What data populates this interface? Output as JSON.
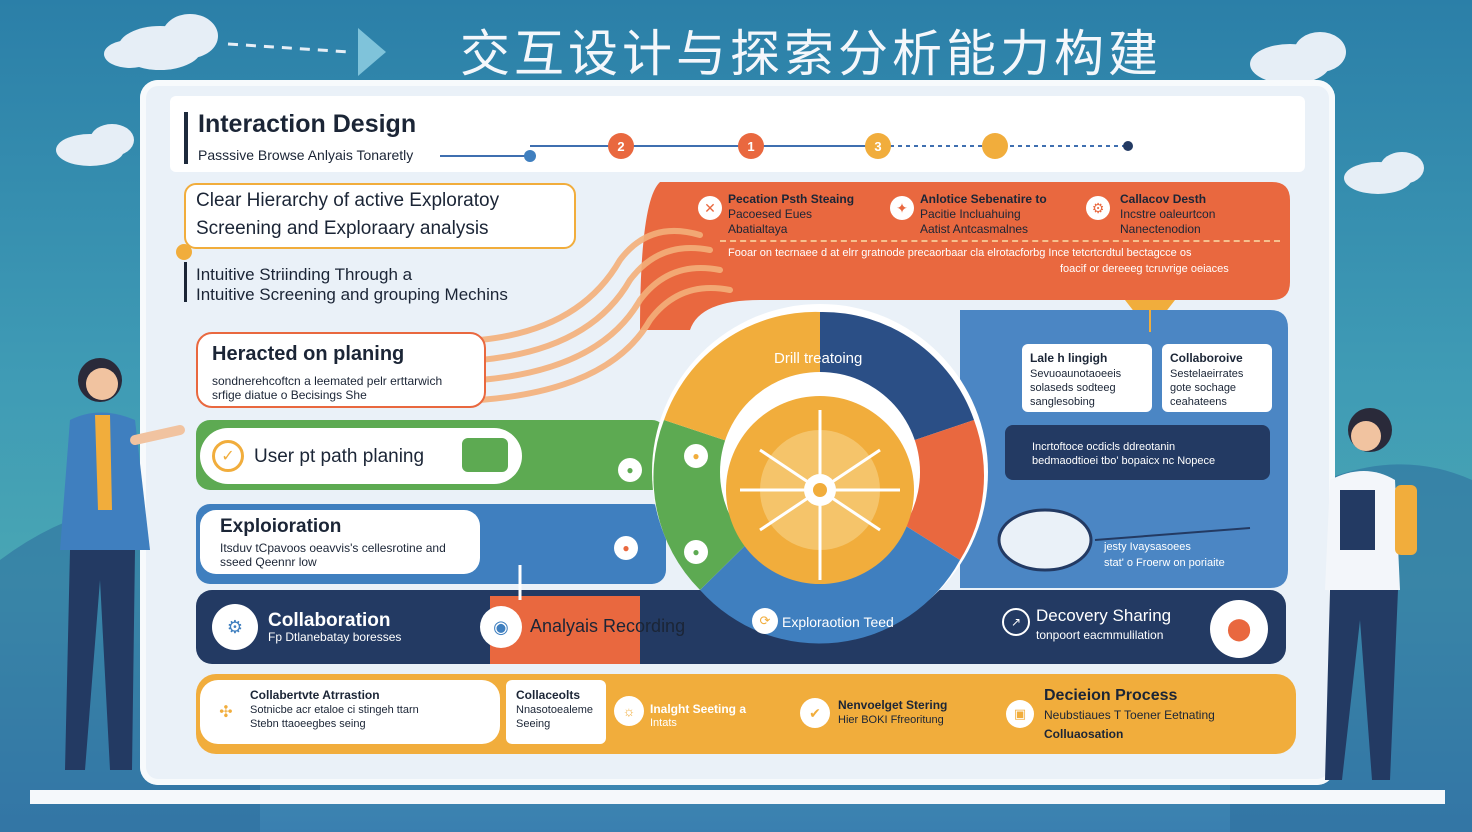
{
  "title": "交互设计与探索分析能力构建",
  "header": {
    "title": "Interaction Design",
    "subtitle": "Passsive Browse Anlyais Tonaretly",
    "steps": [
      "2",
      "1",
      "3",
      ""
    ]
  },
  "left": {
    "hierarchy_title": "Clear Hierarchy of active Exploratoy",
    "hierarchy_sub": "Screening and Exploraary analysis",
    "intuitive_1": "Intuitive Striinding Through a",
    "intuitive_2": "Intuitive Screening and grouping Mechins",
    "planing_title": "Heracted on planing",
    "planing_desc_1": "sondnerehcoftcn a leemated pelr erttarwich",
    "planing_desc_2": "srfige diatue o Becisings She",
    "path_label": "User pt path planing",
    "exploration_title": "Exploioration",
    "exploration_desc_1": "Itsduv tCpavoos oeavvis's cellesrotine and",
    "exploration_desc_2": "sseed Qeennr low",
    "collab_title": "Collaboration",
    "collab_sub": "Fp Dtlanebatay boresses",
    "analysis_label": "Analyais Recording"
  },
  "orange_panel": {
    "items": [
      {
        "title": "Pecation Psth Steaing",
        "sub": "Pacoesed Eues Abatialtaya"
      },
      {
        "title": "Anlotice Sebenatire to",
        "sub": "Pacitie Incluahuing Aatist Antcasmalnes"
      },
      {
        "title": "Callacov Desth",
        "sub": "Incstre oaleurtcon Nanectenodion"
      }
    ],
    "note_1": "Fooar on tecrnaee d at elrr gratnode precaorbaar cla elrotacforbg Ince tetcrtcrdtul bectagcce os",
    "note_2": "foacif or dereeeg tcruvrige oeiaces"
  },
  "circle": {
    "top_label": "Drill treatoing",
    "bottom_label": "Exploraotion Teed"
  },
  "right_panel": {
    "card1_title": "Lale h lingigh",
    "card1_desc": [
      "Sevuoaunotaoeeis",
      "solaseds sodteeg",
      "sanglesobing"
    ],
    "card2_title": "Collaboroive",
    "card2_desc": [
      "Sestelaeirrates",
      "gote sochage",
      "ceahateens"
    ],
    "dark_note_1": "Incrtoftoce ocdicls ddreotanin",
    "dark_note_2": "bedmaodtioei tbo' bopaicx nc Nopece",
    "stat_1": "jesty Ivaysasoees",
    "stat_2": "stat' o Froerw on poriaite",
    "discovery_title": "Decovery Sharing",
    "discovery_sub": "tonpoort eacmmulilation"
  },
  "bottom": {
    "collab_title": "Collabertvte Atrrastion",
    "collab_desc_1": "Sotnicbe acr etaloe ci stingeh ttarn",
    "collab_desc_2": "Stebn ttaoeegbes seing",
    "card_title": "Collaceolts",
    "card_desc_1": "Nnasotoealeme",
    "card_desc_2": "Seeing",
    "insight_title": "Inalght Seeting a",
    "insight_sub": "Intats",
    "knowledge_title": "Nenvoelget Stering",
    "knowledge_sub": "Hier BOKI Ffreoritung",
    "decision_title": "Decieion Process",
    "decision_sub": "Neubstiaues T Toener Eetnating",
    "decision_sub2": "Colluaosation"
  },
  "colors": {
    "orange": "#e9683f",
    "yellow": "#f1ad3c",
    "green": "#5daa52",
    "blue": "#3f7fbf",
    "navy": "#233a63"
  }
}
